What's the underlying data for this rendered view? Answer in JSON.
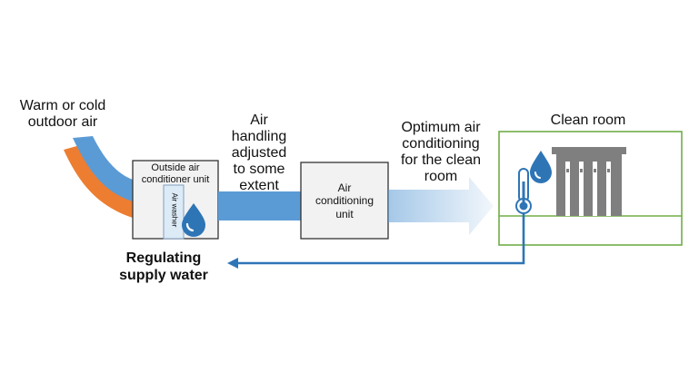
{
  "labels": {
    "outdoor_air": [
      "Warm or cold",
      "outdoor air"
    ],
    "outside_unit": [
      "Outside air",
      "conditioner  unit"
    ],
    "air_washer": "Air washer",
    "adjusted": [
      "Air",
      "handling",
      "adjusted",
      "to some",
      "extent"
    ],
    "ac_unit": [
      "Air",
      "conditioning",
      "unit"
    ],
    "optimum": [
      "Optimum air",
      "conditioning",
      "for the clean",
      "room"
    ],
    "clean_room": "Clean room",
    "regulating": [
      "Regulating",
      "supply water"
    ]
  },
  "colors": {
    "warm_air": "#ED7D31",
    "cold_air": "#5B9BD5",
    "flow_blue": "#5B9BD5",
    "return_line": "#2E75B6",
    "room_border": "#70AD47",
    "unit_fill": "#F2F2F2",
    "machine_gray": "#7F7F7F"
  }
}
